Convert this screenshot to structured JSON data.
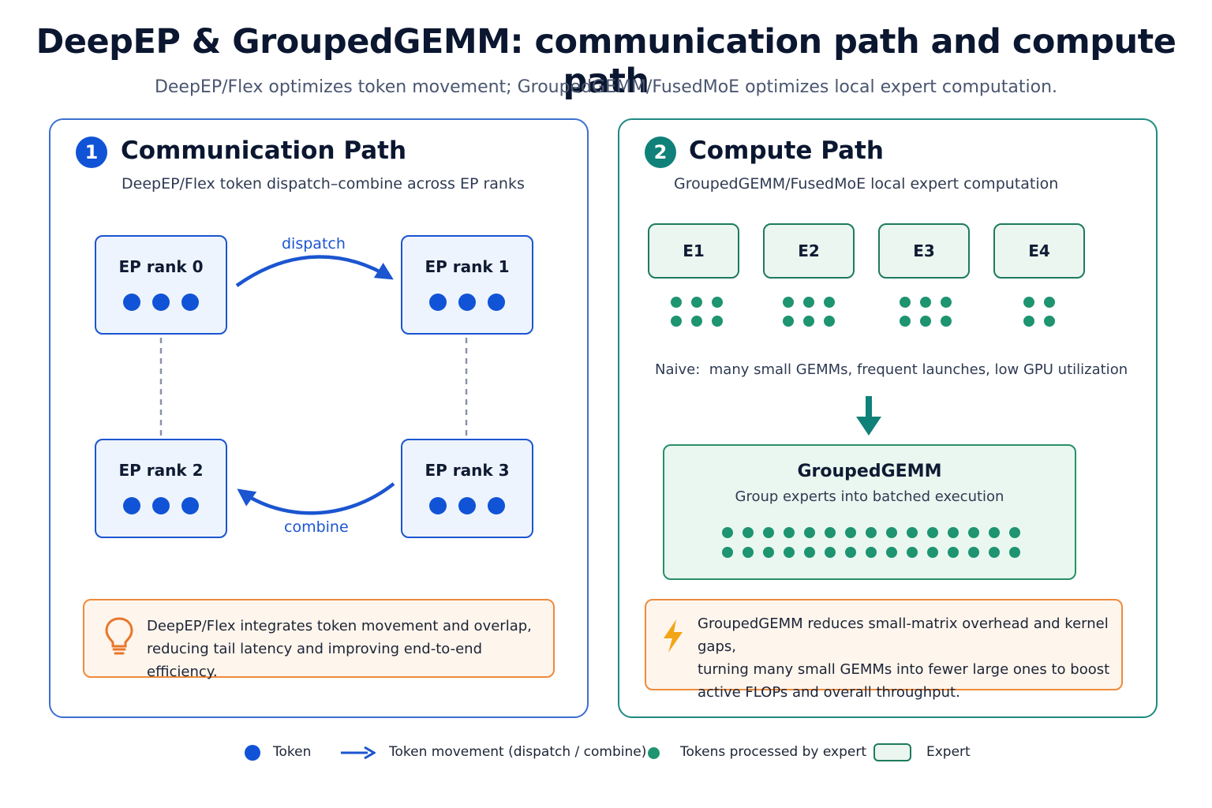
{
  "title": "DeepEP & GroupedGEMM: communication path and compute path",
  "subtitle": "DeepEP/Flex optimizes token movement; GroupedGEMM/FusedMoE optimizes local expert computation.",
  "communication": {
    "number": "1",
    "title": "Communication Path",
    "subtitle": "DeepEP/Flex token dispatch–combine across EP ranks",
    "ranks": [
      "EP rank 0",
      "EP rank 1",
      "EP rank 2",
      "EP rank 3"
    ],
    "dispatch_label": "dispatch",
    "combine_label": "combine",
    "note_line1": "DeepEP/Flex integrates token movement and overlap,",
    "note_line2": "reducing tail latency and improving end-to-end efficiency."
  },
  "compute": {
    "number": "2",
    "title": "Compute Path",
    "subtitle": "GroupedGEMM/FusedMoE local expert computation",
    "experts": [
      "E1",
      "E2",
      "E3",
      "E4"
    ],
    "expert_token_counts": [
      6,
      6,
      6,
      4
    ],
    "naive_label": "Naive:",
    "naive_text": "many small GEMMs, frequent launches, low GPU utilization",
    "grouped_title": "GroupedGEMM",
    "grouped_subtitle": "Group experts into batched execution",
    "grouped_token_count": 30,
    "note_line1": "GroupedGEMM reduces small-matrix overhead and kernel gaps,",
    "note_line2": "turning many small GEMMs into fewer large ones to boost",
    "note_line3": "active FLOPs and overall throughput."
  },
  "legend": {
    "token": "Token",
    "movement": "Token movement (dispatch / combine)",
    "processed": "Tokens processed by expert",
    "expert": "Expert"
  },
  "colors": {
    "blue": "#1053d6",
    "teal": "#0f8179",
    "green_token": "#1e9470",
    "orange": "#ee8a3c"
  },
  "icons": [
    "lightbulb-icon",
    "lightning-icon",
    "arrow-right-icon",
    "arrow-down-icon"
  ]
}
